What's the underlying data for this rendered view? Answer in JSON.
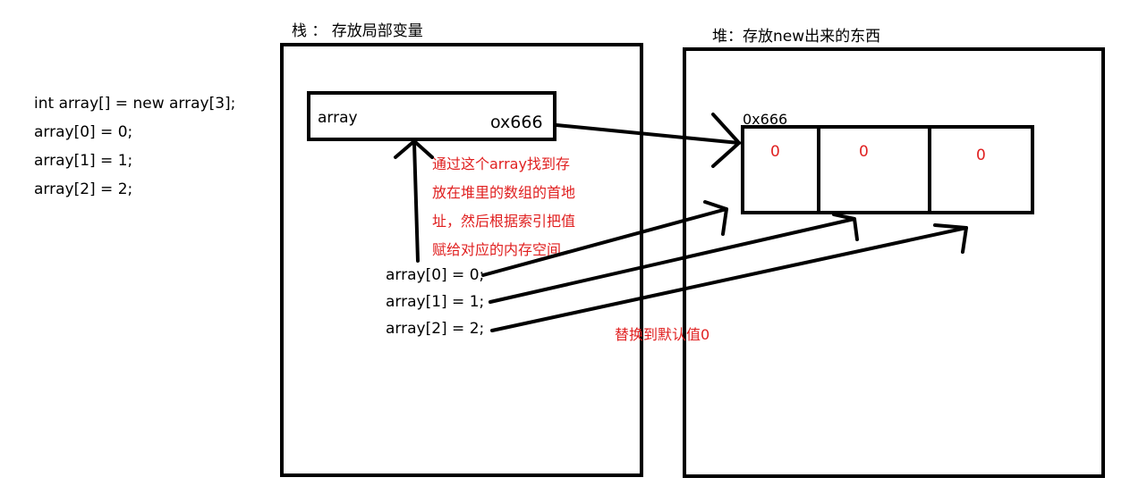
{
  "left_code": [
    "int array[] = new array[3];",
    "array[0] = 0;",
    "array[1] = 1;",
    "array[2] = 2;"
  ],
  "stack": {
    "title": "栈 ： 存放局部变量",
    "var_name": "array",
    "var_value": "ox666",
    "explanation_lines": [
      "通过这个array找到存",
      "放在堆里的数组的首地",
      "址，然后根据索引把值",
      "赋给对应的内存空间"
    ],
    "assignments": [
      "array[0] = 0;",
      "array[1] = 1;",
      "array[2] = 2;"
    ]
  },
  "heap": {
    "title": "堆：存放new出来的东西",
    "address": "0x666",
    "cells": [
      "0",
      "0",
      "0"
    ]
  },
  "replace_note": "替换到默认值0",
  "colors": {
    "ink": "#000000",
    "annotation": "#e02020"
  }
}
